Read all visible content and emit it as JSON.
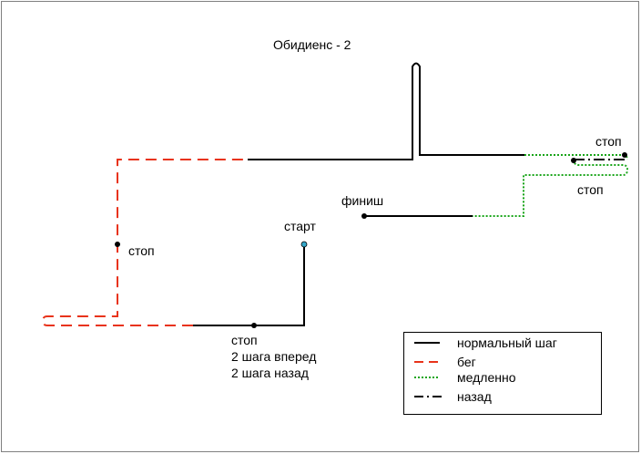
{
  "title": "Обидиенс - 2",
  "labels": {
    "start": "старт",
    "finish": "финиш",
    "stop_left": "стоп",
    "stop_bottom": "стоп",
    "steps_forward": "2 шага вперед",
    "steps_back": "2 шага назад",
    "stop_right_top": "стоп",
    "stop_right_bottom": "стоп"
  },
  "legend": {
    "items": [
      {
        "label": "нормальный шаг",
        "style": "solid",
        "color": "#000000"
      },
      {
        "label": "бег",
        "style": "dashed",
        "color": "#e8331a"
      },
      {
        "label": "медленно",
        "style": "dotted",
        "color": "#1aa51a"
      },
      {
        "label": "назад",
        "style": "dashdot",
        "color": "#000000"
      }
    ]
  },
  "colors": {
    "normal": "#000000",
    "run": "#e8331a",
    "slow": "#1aa51a",
    "back": "#000000",
    "start_marker": "#35a7c9"
  }
}
